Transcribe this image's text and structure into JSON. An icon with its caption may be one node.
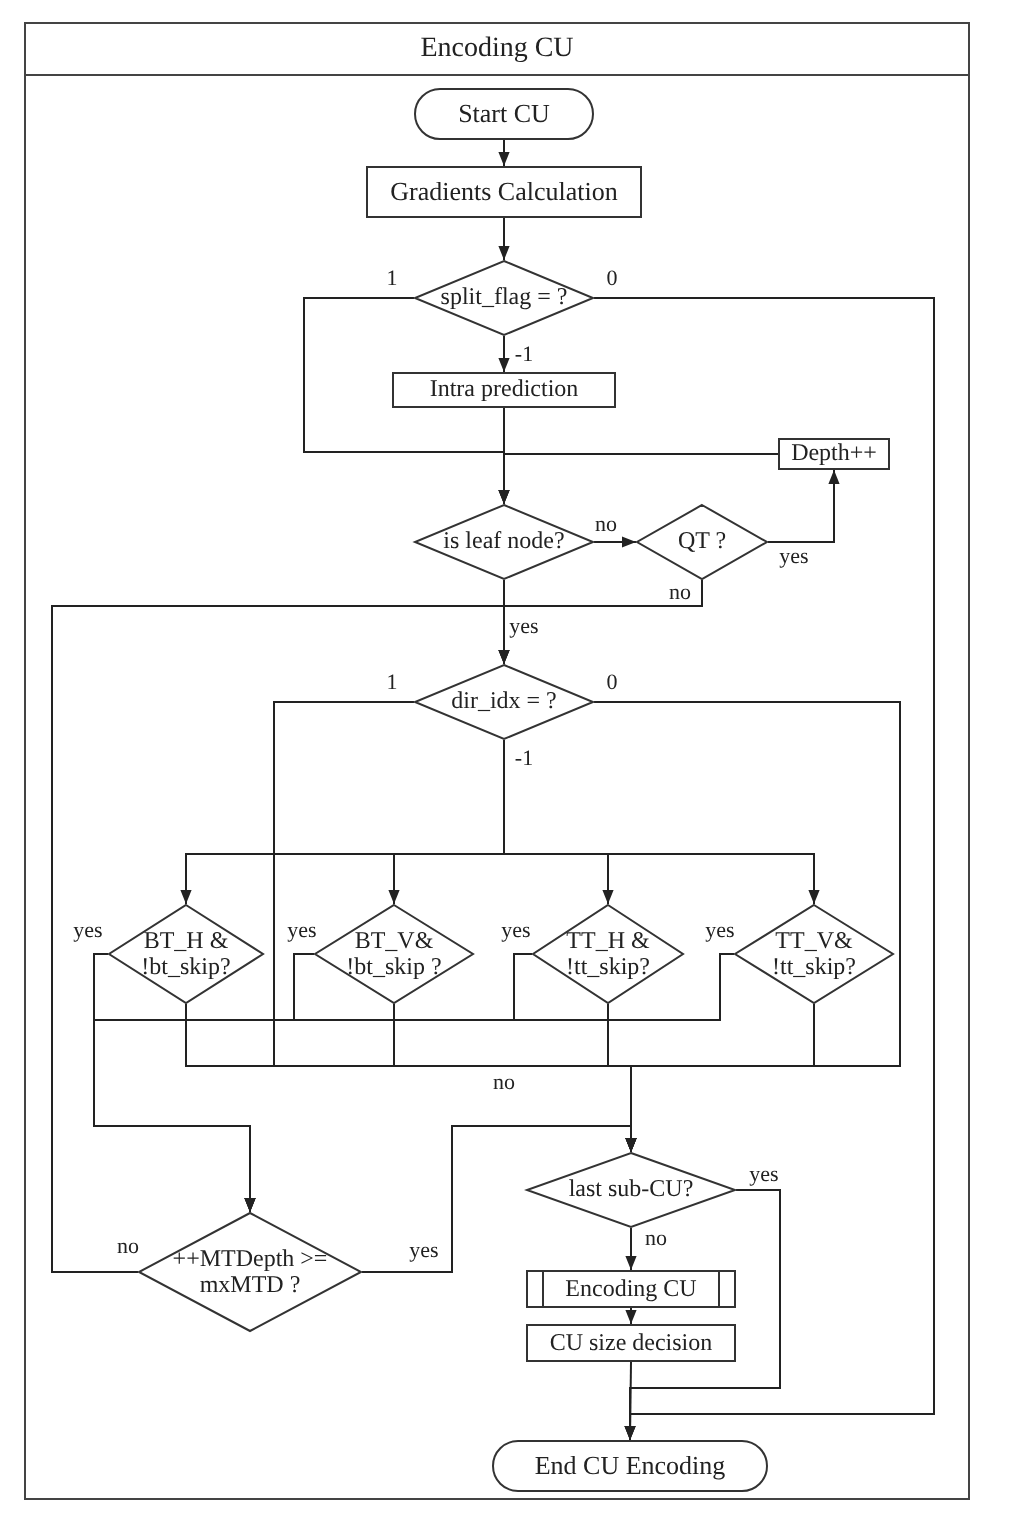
{
  "diagram": {
    "nodes": [
      {
        "text": [
          "Encoding CU"
        ]
      },
      {
        "text": [
          "Start CU"
        ],
        "in": 0
      },
      {
        "text": [
          "Gradients Calculation"
        ],
        "in": 0
      },
      {
        "text": [
          "split_flag = ?"
        ],
        "in": 0
      },
      {
        "text": [
          "Intra prediction"
        ],
        "in": 0
      },
      {
        "text": [
          "Depth++"
        ],
        "in": 0
      },
      {
        "text": [
          "is leaf node?"
        ],
        "in": 0
      },
      {
        "text": [
          "QT ?"
        ],
        "in": 0
      },
      {
        "text": [
          "dir_idx = ?"
        ],
        "in": 0
      },
      {
        "text": [
          "BT_H & !bt_skip?"
        ],
        "in": 0
      },
      {
        "text": [
          "BT_V& !bt_skip ?"
        ],
        "in": 0
      },
      {
        "text": [
          "TT_H & !tt_skip?"
        ],
        "in": 0
      },
      {
        "text": [
          "TT_V& !tt_skip?"
        ],
        "in": 0
      },
      {
        "text": [
          "last sub-CU?"
        ],
        "in": 0
      },
      {
        "text": [
          "++MTDepth >= mxMTD ?"
        ],
        "in": 0
      },
      {
        "text": [
          "Encoding CU"
        ],
        "in": 0
      },
      {
        "text": [
          "CU size decision"
        ],
        "in": 0
      },
      {
        "text": [
          "End CU Encoding"
        ],
        "in": 0
      }
    ],
    "edges": [
      {
        "from": 1,
        "to": 2,
        "arrow": "to"
      },
      {
        "from": 2,
        "to": 3,
        "arrow": "to"
      },
      {
        "from": 3,
        "to": 4,
        "arrow": "to",
        "label": "-1"
      },
      {
        "from": 3,
        "to": 6,
        "arrow": "to",
        "label": "1"
      },
      {
        "from": 4,
        "to": 6,
        "arrow": "to"
      },
      {
        "from": 5,
        "to": 6,
        "arrow": "to"
      },
      {
        "from": 3,
        "to": 17,
        "arrow": "to",
        "label": "0"
      },
      {
        "from": 6,
        "to": 7,
        "arrow": "to",
        "label": "no"
      },
      {
        "from": 7,
        "to": 5,
        "arrow": "to",
        "label": "yes"
      },
      {
        "from": 7,
        "to": 8,
        "arrow": "to",
        "label": "no"
      },
      {
        "from": 6,
        "to": 8,
        "arrow": "to",
        "label": "yes"
      },
      {
        "from": 14,
        "to": 8,
        "arrow": "to",
        "label": "no"
      },
      {
        "from": 8,
        "to": 9,
        "arrow": "to",
        "label": "-1"
      },
      {
        "from": 8,
        "to": 10,
        "arrow": "to"
      },
      {
        "from": 8,
        "to": 11,
        "arrow": "to"
      },
      {
        "from": 8,
        "to": 12,
        "arrow": "to"
      },
      {
        "from": 8,
        "to": 13,
        "arrow": "to",
        "label": "1"
      },
      {
        "from": 8,
        "to": 13,
        "arrow": "to",
        "label": "0"
      },
      {
        "from": 9,
        "to": 14,
        "arrow": "to",
        "label": "yes"
      },
      {
        "from": 10,
        "to": 14,
        "arrow": "to",
        "label": "yes"
      },
      {
        "from": 11,
        "to": 14,
        "arrow": "to",
        "label": "yes"
      },
      {
        "from": 12,
        "to": 14,
        "arrow": "to",
        "label": "yes"
      },
      {
        "from": 9,
        "to": 13,
        "arrow": "to",
        "label": "no"
      },
      {
        "from": 10,
        "to": 13,
        "arrow": "to"
      },
      {
        "from": 11,
        "to": 13,
        "arrow": "to"
      },
      {
        "from": 12,
        "to": 13,
        "arrow": "to"
      },
      {
        "from": 14,
        "to": 13,
        "arrow": "to",
        "label": "yes"
      },
      {
        "from": 13,
        "to": 15,
        "arrow": "to",
        "label": "no"
      },
      {
        "from": 13,
        "to": 17,
        "arrow": "to",
        "label": "yes"
      },
      {
        "from": 15,
        "to": 16,
        "arrow": "to"
      },
      {
        "from": 16,
        "to": 17,
        "arrow": "to"
      }
    ]
  }
}
